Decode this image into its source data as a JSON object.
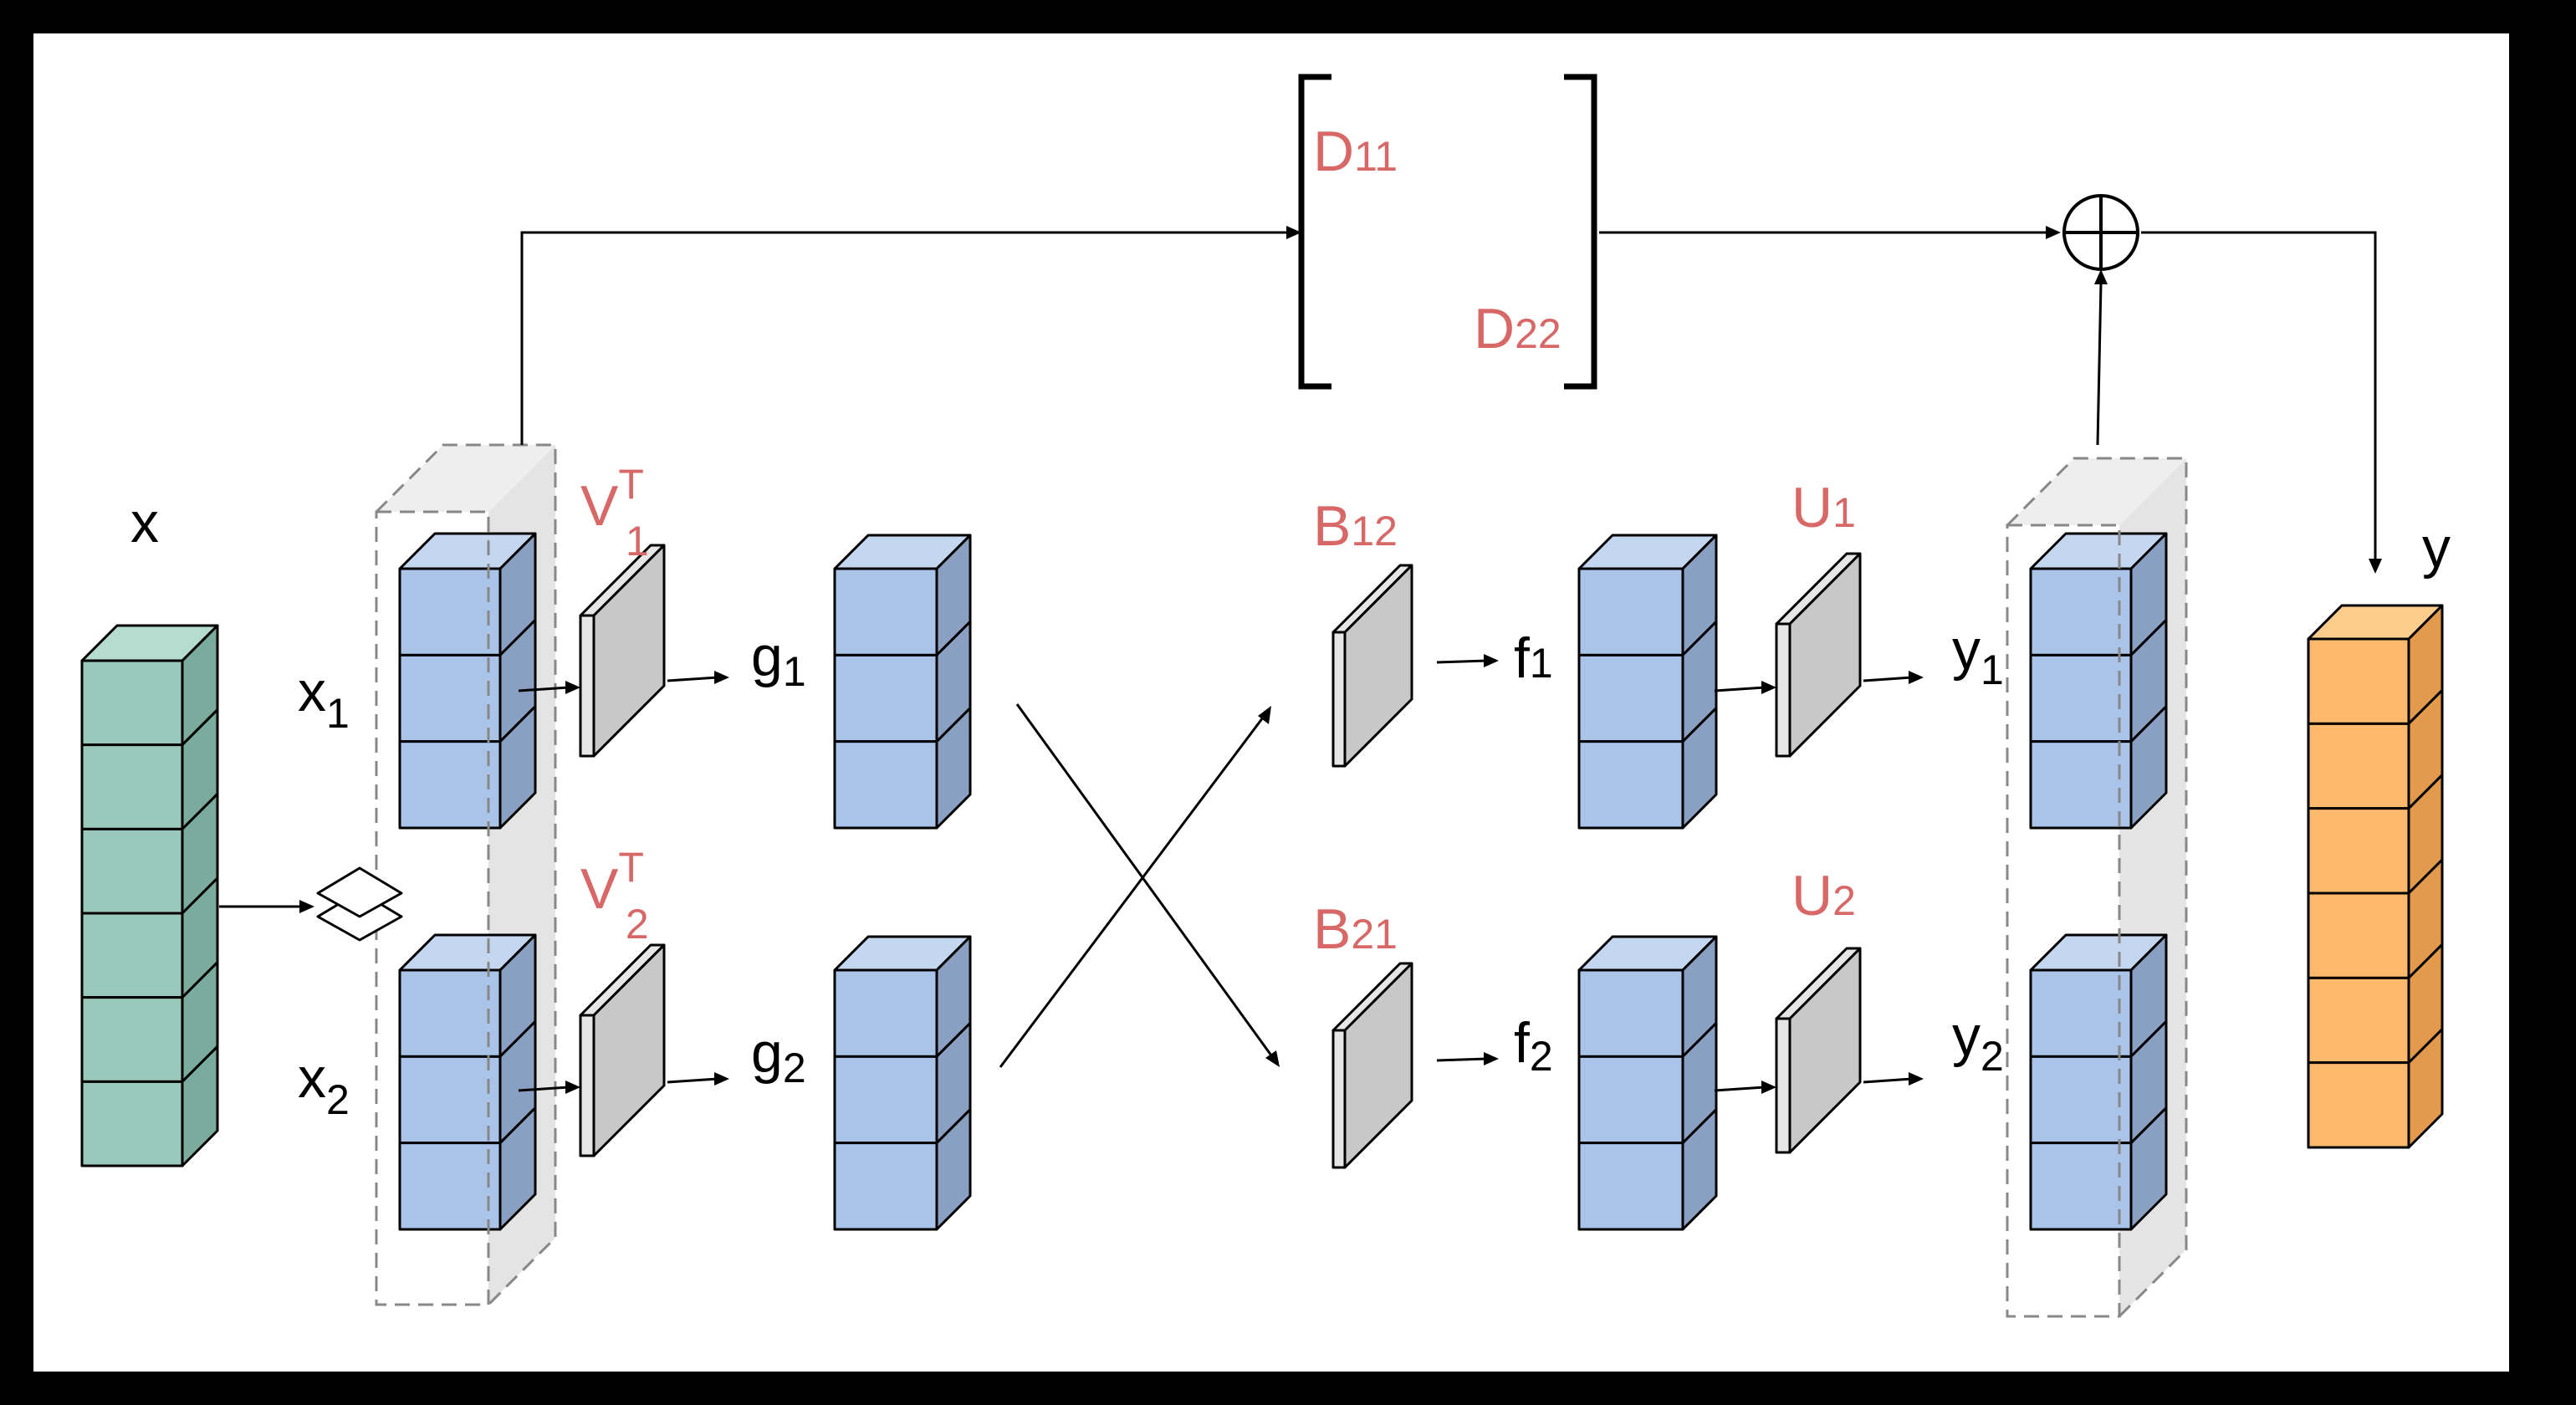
{
  "colors": {
    "background": "#ffffff",
    "frame": "#000000",
    "input_front": "#9ac8bb",
    "input_side": "#7aab9c",
    "input_top": "#b6dccf",
    "block_front": "#a9c4e8",
    "block_side": "#8aa0c2",
    "block_top": "#c4d6f0",
    "output_front": "#fdb96c",
    "output_side": "#e49a4c",
    "output_top": "#fecd8e",
    "plate": "#c8c8c8",
    "plate_edge": "#e6e6e6",
    "group_box": "#e4e4e4",
    "red_label": "#d86767"
  },
  "labels": {
    "x": {
      "base": "x",
      "sub": "",
      "sup": ""
    },
    "x1": {
      "base": "x",
      "sub": "1",
      "sup": ""
    },
    "x2": {
      "base": "x",
      "sub": "2",
      "sup": ""
    },
    "vt1": {
      "base": "V",
      "sub": "1",
      "sup": "T"
    },
    "vt2": {
      "base": "V",
      "sub": "2",
      "sup": "T"
    },
    "g1": {
      "base": "g",
      "sub": "1",
      "sup": ""
    },
    "g2": {
      "base": "g",
      "sub": "2",
      "sup": ""
    },
    "d11": {
      "base": "D",
      "sub": "11",
      "sup": ""
    },
    "d22": {
      "base": "D",
      "sub": "22",
      "sup": ""
    },
    "b12": {
      "base": "B",
      "sub": "12",
      "sup": ""
    },
    "b21": {
      "base": "B",
      "sub": "21",
      "sup": ""
    },
    "f1": {
      "base": "f",
      "sub": "1",
      "sup": ""
    },
    "f2": {
      "base": "f",
      "sub": "2",
      "sup": ""
    },
    "u1": {
      "base": "U",
      "sub": "1",
      "sup": ""
    },
    "u2": {
      "base": "U",
      "sub": "2",
      "sup": ""
    },
    "y1": {
      "base": "y",
      "sub": "1",
      "sup": ""
    },
    "y2": {
      "base": "y",
      "sub": "2",
      "sup": ""
    },
    "y": {
      "base": "y",
      "sub": "",
      "sup": ""
    }
  },
  "icons": {
    "split": "layers-icon",
    "sum": "circled-plus-icon"
  }
}
